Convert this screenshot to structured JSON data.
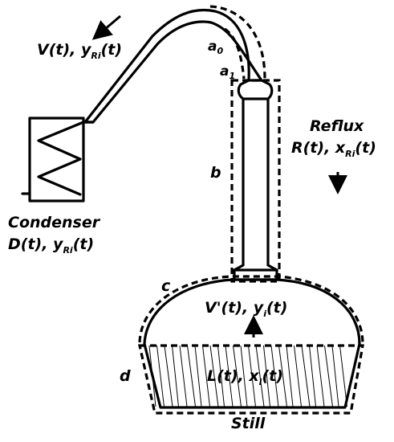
{
  "labels": {
    "vapor_out": {
      "main": "V(t), y",
      "sub": "Ri",
      "tail": "(t)"
    },
    "a0": {
      "main": "a",
      "sub": "0"
    },
    "a1": {
      "main": "a",
      "sub": "1"
    },
    "reflux_title": "Reflux",
    "reflux_value": {
      "main": "R(t), x",
      "sub": "Ri",
      "tail": "(t)"
    },
    "b": "b",
    "condenser_title": "Condenser",
    "condenser_value": {
      "main": "D(t), y",
      "sub": "Ri",
      "tail": "(t)"
    },
    "c": "c",
    "vapor_still": {
      "main": "V'(t), y",
      "sub": "i",
      "tail": "(t)"
    },
    "d": "d",
    "liquid": {
      "main": "L(t), x",
      "sub": "i",
      "tail": "(t)"
    },
    "still": "Still"
  },
  "arrows": {
    "vapor_direction": "up-left",
    "reflux_direction": "down",
    "still_vapor_direction": "up"
  }
}
